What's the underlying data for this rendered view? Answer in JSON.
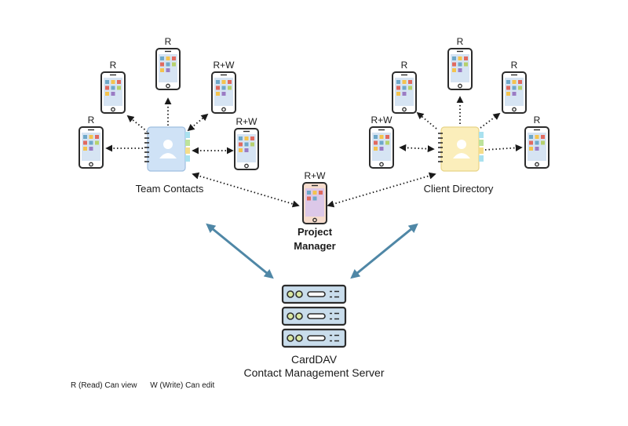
{
  "phones": [
    {
      "name": "team-phone-1",
      "permission": "R"
    },
    {
      "name": "team-phone-2",
      "permission": "R"
    },
    {
      "name": "team-phone-3",
      "permission": "R"
    },
    {
      "name": "team-phone-4",
      "permission": "R+W"
    },
    {
      "name": "team-phone-5",
      "permission": "R+W"
    },
    {
      "name": "client-phone-1",
      "permission": "R+W"
    },
    {
      "name": "client-phone-2",
      "permission": "R"
    },
    {
      "name": "client-phone-3",
      "permission": "R"
    },
    {
      "name": "client-phone-4",
      "permission": "R"
    },
    {
      "name": "client-phone-5",
      "permission": "R"
    }
  ],
  "address_books": {
    "team": {
      "label": "Team Contacts"
    },
    "client": {
      "label": "Client Directory"
    }
  },
  "project_manager": {
    "permission": "R+W",
    "label_line1": "Project",
    "label_line2": "Manager"
  },
  "server": {
    "label_line1": "CardDAV",
    "label_line2": "Contact Management Server"
  },
  "legend": {
    "read": "R (Read) Can view",
    "write": "W (Write) Can edit"
  },
  "colors": {
    "team_book": "#cfe2f6",
    "client_book": "#fbeebb",
    "arrow": "#4f87a6",
    "server": "#c9ddec"
  }
}
